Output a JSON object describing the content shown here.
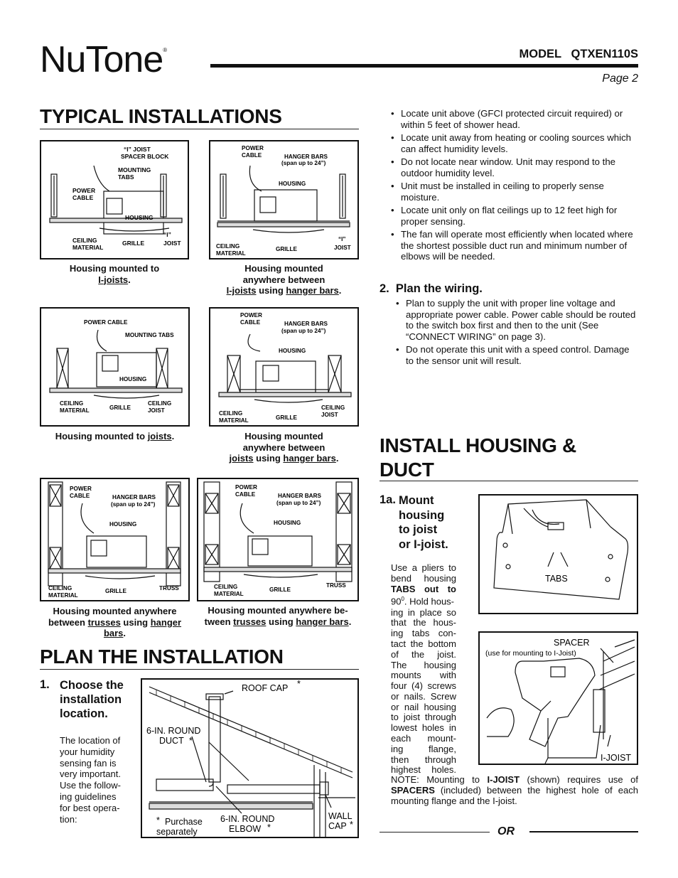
{
  "header": {
    "brand": "NuTone",
    "trademark": "®",
    "model": "MODEL   QTXEN110S",
    "page": "Page 2"
  },
  "typical": {
    "title": "TYPICAL INSTALLATIONS",
    "fig1": {
      "labels": [
        "“I” JOIST",
        "SPACER BLOCK",
        "MOUNTING",
        "TABS",
        "POWER",
        "CABLE",
        "HOUSING",
        "CEILING",
        "MATERIAL",
        "GRILLE",
        "“I”",
        "JOIST"
      ],
      "cap_a": "Housing mounted to",
      "cap_b": "I-joists",
      "cap_c": "."
    },
    "fig2": {
      "labels": [
        "POWER",
        "CABLE",
        "HANGER BARS",
        "(span up to 24”)",
        "HOUSING",
        "CEILING",
        "MATERIAL",
        "GRILLE",
        "“I”",
        "JOIST"
      ],
      "cap_a": "Housing mounted",
      "cap_b": "anywhere between",
      "cap_c": "I-joists",
      "cap_d": " using ",
      "cap_e": "hanger bars",
      "cap_f": "."
    },
    "fig3": {
      "labels": [
        "POWER CABLE",
        "MOUNTING TABS",
        "HOUSING",
        "CEILING",
        "MATERIAL",
        "GRILLE",
        "CEILING",
        "JOIST"
      ],
      "cap_a": "Housing mounted to ",
      "cap_b": "joists",
      "cap_c": "."
    },
    "fig4": {
      "labels": [
        "POWER",
        "CABLE",
        "HANGER BARS",
        "(span up to 24”)",
        "HOUSING",
        "CEILING",
        "MATERIAL",
        "GRILLE",
        "CEILING",
        "JOIST"
      ],
      "cap_a": "Housing mounted",
      "cap_b": "anywhere between",
      "cap_c": "joists",
      "cap_d": " using ",
      "cap_e": "hanger bars",
      "cap_f": "."
    },
    "fig5": {
      "labels": [
        "POWER",
        "CABLE",
        "HANGER BARS",
        "(span up to 24”)",
        "HOUSING",
        "CEILING",
        "MATERIAL",
        "GRILLE",
        "TRUSS"
      ],
      "cap_a": "Housing mounted anywhere",
      "cap_b": "between ",
      "cap_c": "trusses",
      "cap_d": " using ",
      "cap_e": "hanger",
      "cap_f": "bars",
      "cap_g": "."
    },
    "fig6": {
      "labels": [
        "POWER",
        "CABLE",
        "HANGER BARS",
        "(span up to 24”)",
        "HOUSING",
        "CEILING",
        "MATERIAL",
        "GRILLE",
        "TRUSS"
      ],
      "cap_a": "Housing mounted anywhere be-",
      "cap_b": "tween ",
      "cap_c": "trusses",
      "cap_d": " using ",
      "cap_e": "hanger bars",
      "cap_f": "."
    }
  },
  "plan": {
    "title": "PLAN THE INSTALLATION",
    "step1_num": "1.",
    "step1_lines": [
      "Choose the",
      "installation",
      "location."
    ],
    "intro_lines": [
      "The location of",
      "your humidity",
      "sensing fan is",
      "very important.",
      "Use the follow-",
      "ing guidelines",
      "for best opera-",
      "tion:"
    ],
    "duct_fig": {
      "roof_cap": "ROOF CAP",
      "duct_a": "6-IN. ROUND",
      "duct_b": "DUCT",
      "elbow_a": "6-IN. ROUND",
      "elbow_b": "ELBOW",
      "wall_a": "WALL",
      "wall_b": "CAP",
      "purchase_a": "Purchase",
      "purchase_b": "separately",
      "star": "*"
    }
  },
  "guidelines": [
    "Locate unit above (GFCI protected circuit required) or within 5 feet of shower head.",
    "Locate unit away from heating or cooling sources which can affect humidity levels.",
    "Do not locate near window. Unit may respond to the outdoor humidity level.",
    "Unit must be installed in ceiling to properly sense moisture.",
    "Locate unit only on flat ceilings up to 12 feet high for proper sensing.",
    "The fan will operate most efficiently when located where the shortest possible duct run and minimum number of elbows will be needed."
  ],
  "wiring": {
    "title": "2.  Plan the wiring.",
    "items": [
      "Plan to supply the unit with proper line voltage and appropriate power cable. Power cable should be routed to the switch box first and then to the unit (See “CONNECT WIRING” on page 3).",
      "Do not operate this unit with a speed control. Damage to the sensor unit will result."
    ]
  },
  "install": {
    "title_a": "INSTALL HOUSING &",
    "title_b": "DUCT",
    "step_num": "1a.",
    "step_lines": [
      "Mount",
      "housing",
      "to joist",
      "or I-joist."
    ],
    "text_lines": [
      "Use a pliers to",
      "bend housing",
      "TABS out to",
      "90",
      "0",
      ". Hold hous-",
      "ing in place so",
      "that the hous-",
      "ing tabs con-",
      "tact the bottom",
      "of the joist.",
      "The housing",
      "mounts with",
      "four (4) screws",
      "or nails. Screw",
      "or nail housing",
      "to joist through",
      "lowest holes in",
      "each mount-",
      "ing flange,",
      "then through",
      "highest holes."
    ],
    "tabs_label": "TABS",
    "spacer_label": "SPACER",
    "spacer_note": "(use for mounting to I-Joist)",
    "ijoist_label": "I-JOIST",
    "note_a": "NOTE: Mounting to ",
    "note_b": "I-JOIST",
    "note_c": " (shown) requires use of ",
    "note_d": "SPACERS",
    "note_e": " (included) between the highest hole of each mounting flange and the I-joist.",
    "or": "OR"
  }
}
